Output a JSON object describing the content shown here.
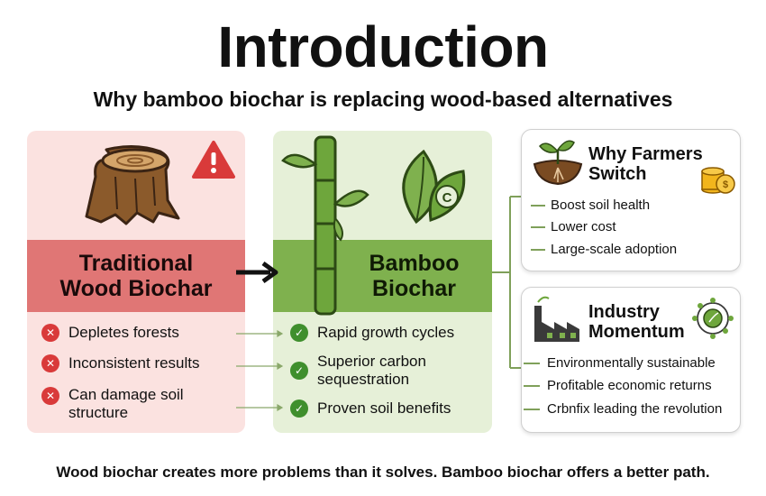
{
  "title": "Introduction",
  "subtitle": "Why bamboo biochar is replacing wood-based alternatives",
  "traditional": {
    "heading_line1": "Traditional",
    "heading_line2": "Wood Biochar",
    "items": [
      "Depletes forests",
      "Inconsistent results",
      "Can damage soil",
      "structure"
    ]
  },
  "bamboo": {
    "heading_line1": "Bamboo",
    "heading_line2": "Biochar",
    "items": [
      "Rapid growth cycles",
      "Superior carbon",
      "sequestration",
      "Proven soil benefits"
    ]
  },
  "farmers": {
    "title_line1": "Why Farmers",
    "title_line2": "Switch",
    "items": [
      "Boost soil health",
      "Lower cost",
      "Large-scale adoption"
    ]
  },
  "industry": {
    "title_line1": "Industry",
    "title_line2": "Momentum",
    "items": [
      "Environmentally sustainable",
      "Profitable economic returns",
      "Crbnfix leading the revolution"
    ]
  },
  "footer": "Wood biochar creates more problems than it solves. Bamboo biochar offers a better path.",
  "colors": {
    "trad_panel": "#fbe2e0",
    "trad_band": "#e07675",
    "bamboo_panel": "#e6f0d8",
    "bamboo_band": "#7fb14e",
    "cross_badge": "#d93a3a",
    "check_badge": "#3f8f2d"
  },
  "icons": [
    "tree-stump-icon",
    "warning-icon",
    "bamboo-stalk-icon",
    "carbon-leaf-icon",
    "sprout-icon",
    "coins-icon",
    "factory-icon",
    "eco-network-icon",
    "arrow-right-icon",
    "cross-icon",
    "check-icon"
  ]
}
